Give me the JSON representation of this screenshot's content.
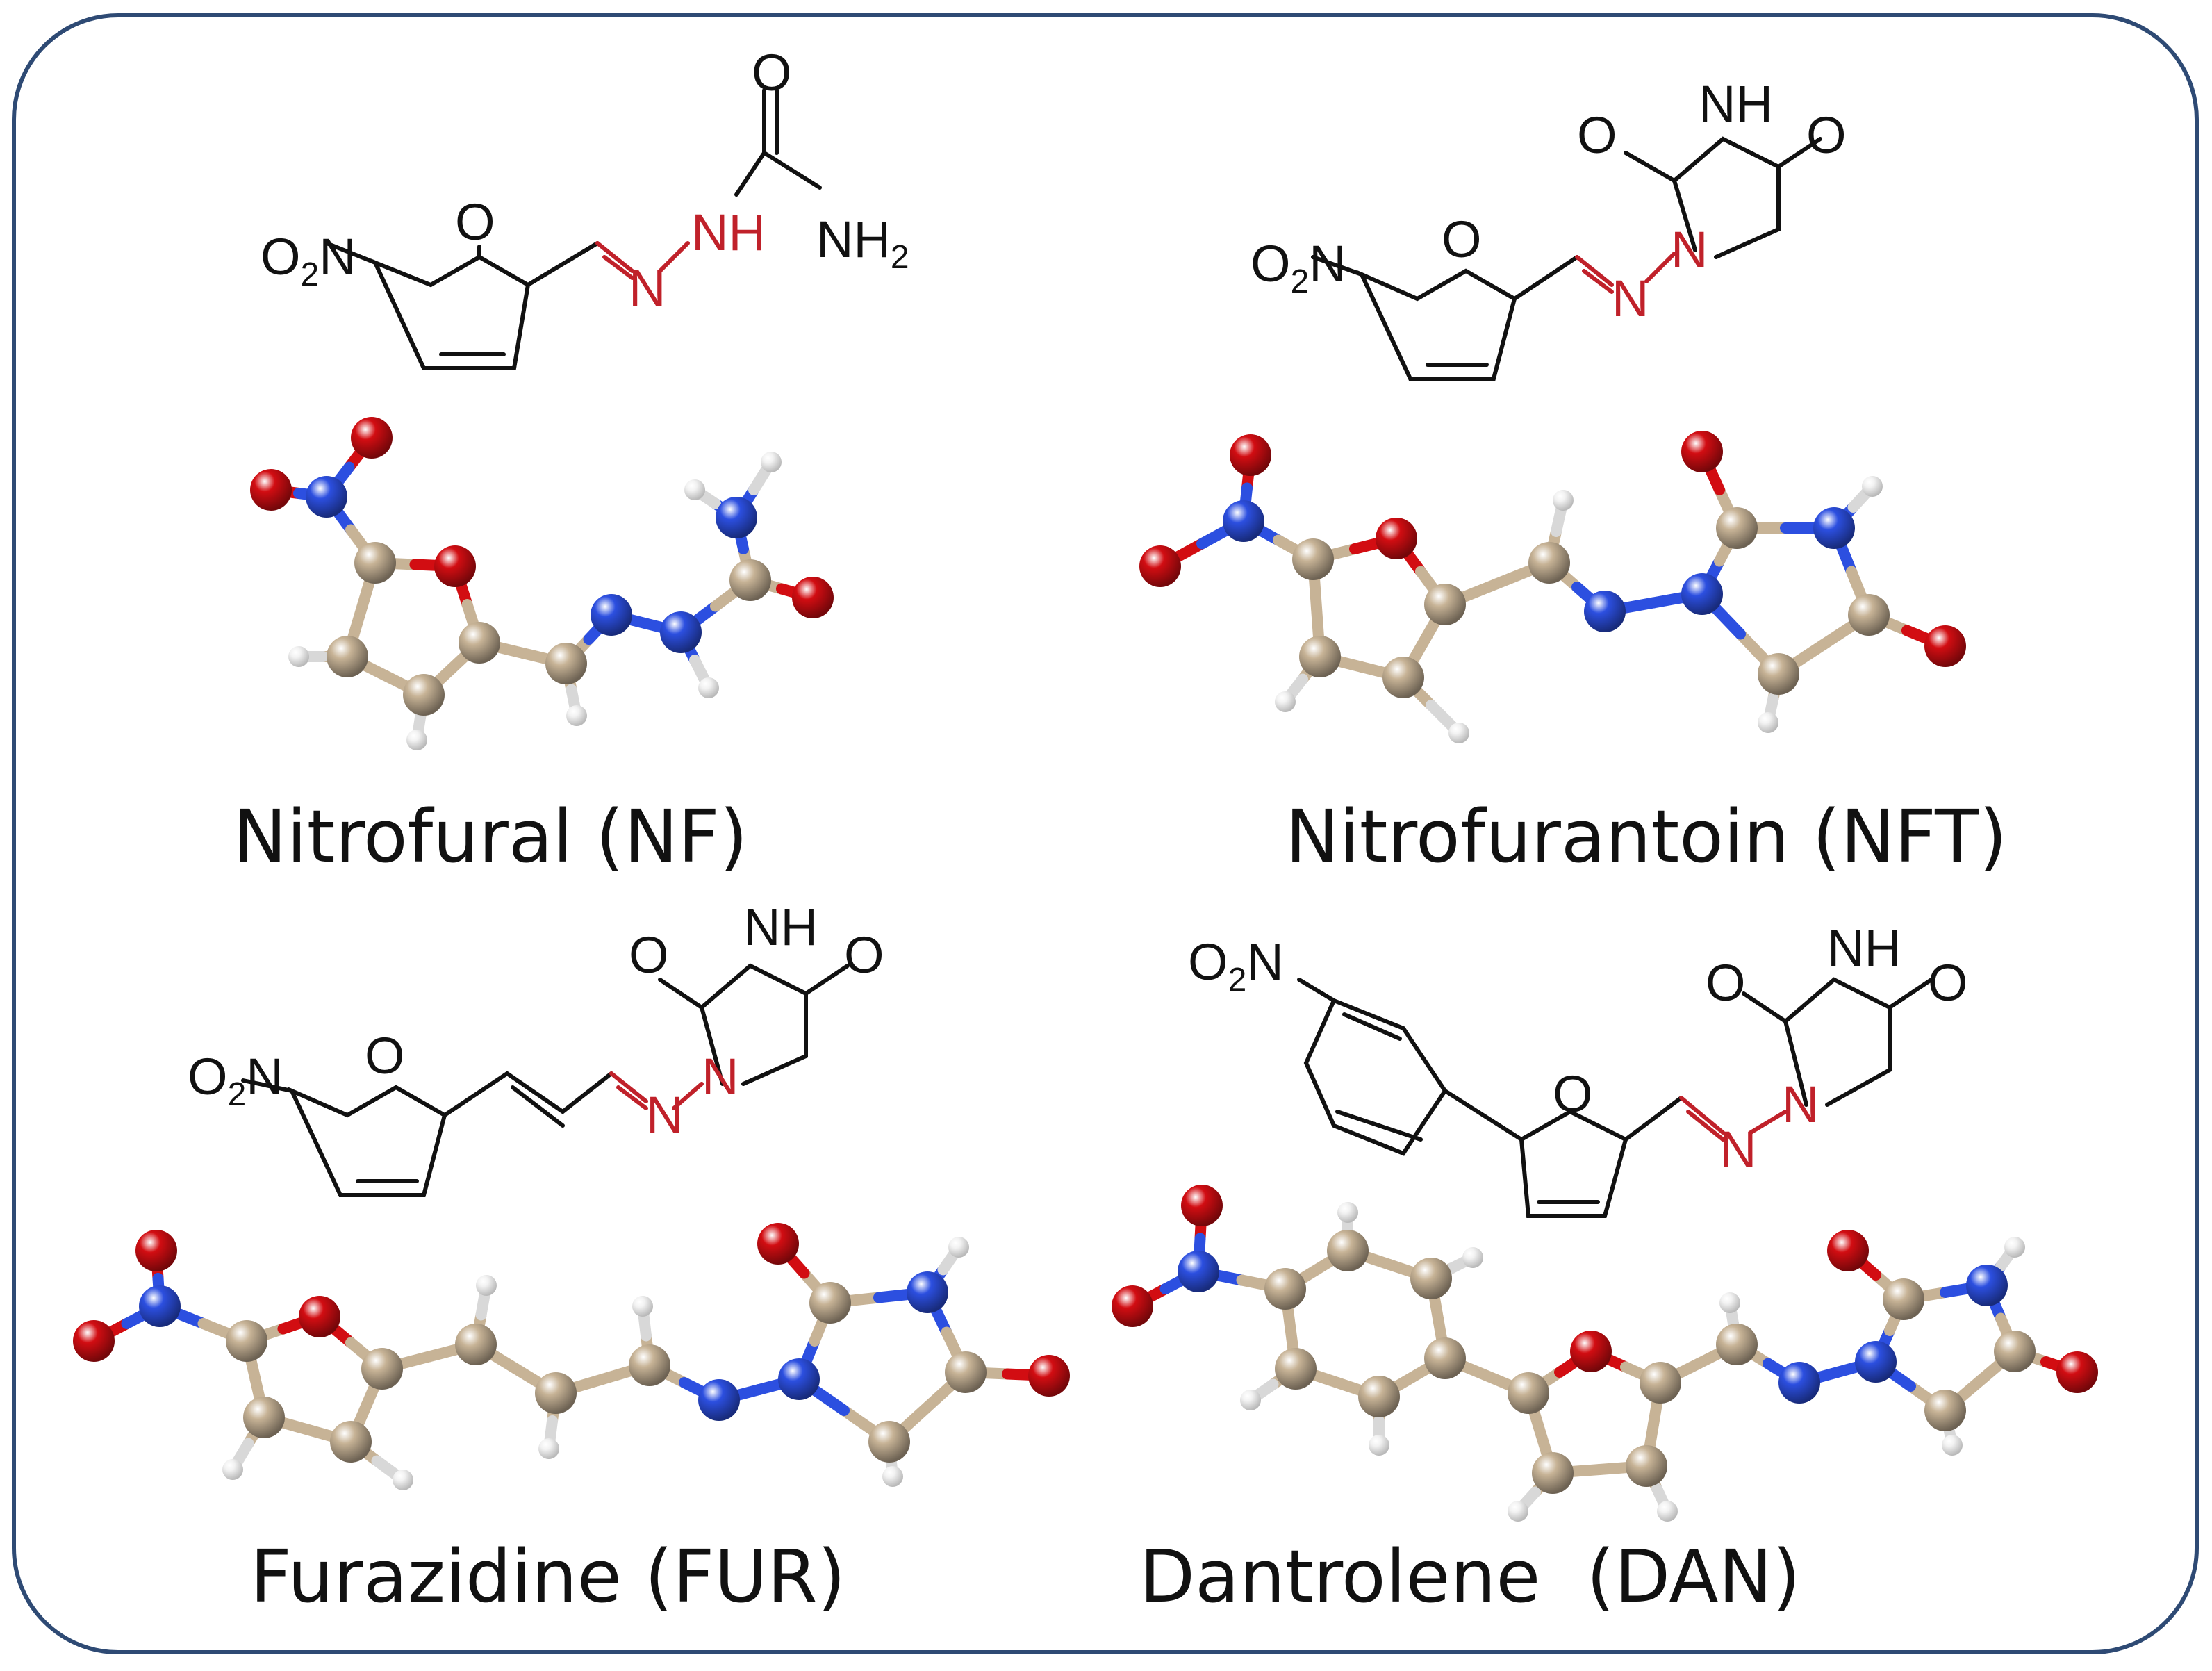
{
  "colors": {
    "frame": "#2e4a74",
    "bond_black": "#111111",
    "bond_red": "#c0212a",
    "atom_C": "#c7b396",
    "atom_O": "#d20d12",
    "atom_N": "#2c4fe0",
    "atom_H": "#f2f2f2"
  },
  "captions": {
    "nf": "Nitrofural (NF)",
    "nft": "Nitrofurantoin (NFT)",
    "fur": "Furazidine (FUR)",
    "dan": "Dantrolene  (DAN)"
  },
  "atom_labels": {
    "o2n": "O",
    "o2n_sub": "2",
    "o2n_n": "N",
    "o": "O",
    "n": "N",
    "nh": "NH",
    "nh2": "NH",
    "nh2_sub": "2"
  },
  "icons": [
    "ball-and-stick-model",
    "structural-formula"
  ]
}
